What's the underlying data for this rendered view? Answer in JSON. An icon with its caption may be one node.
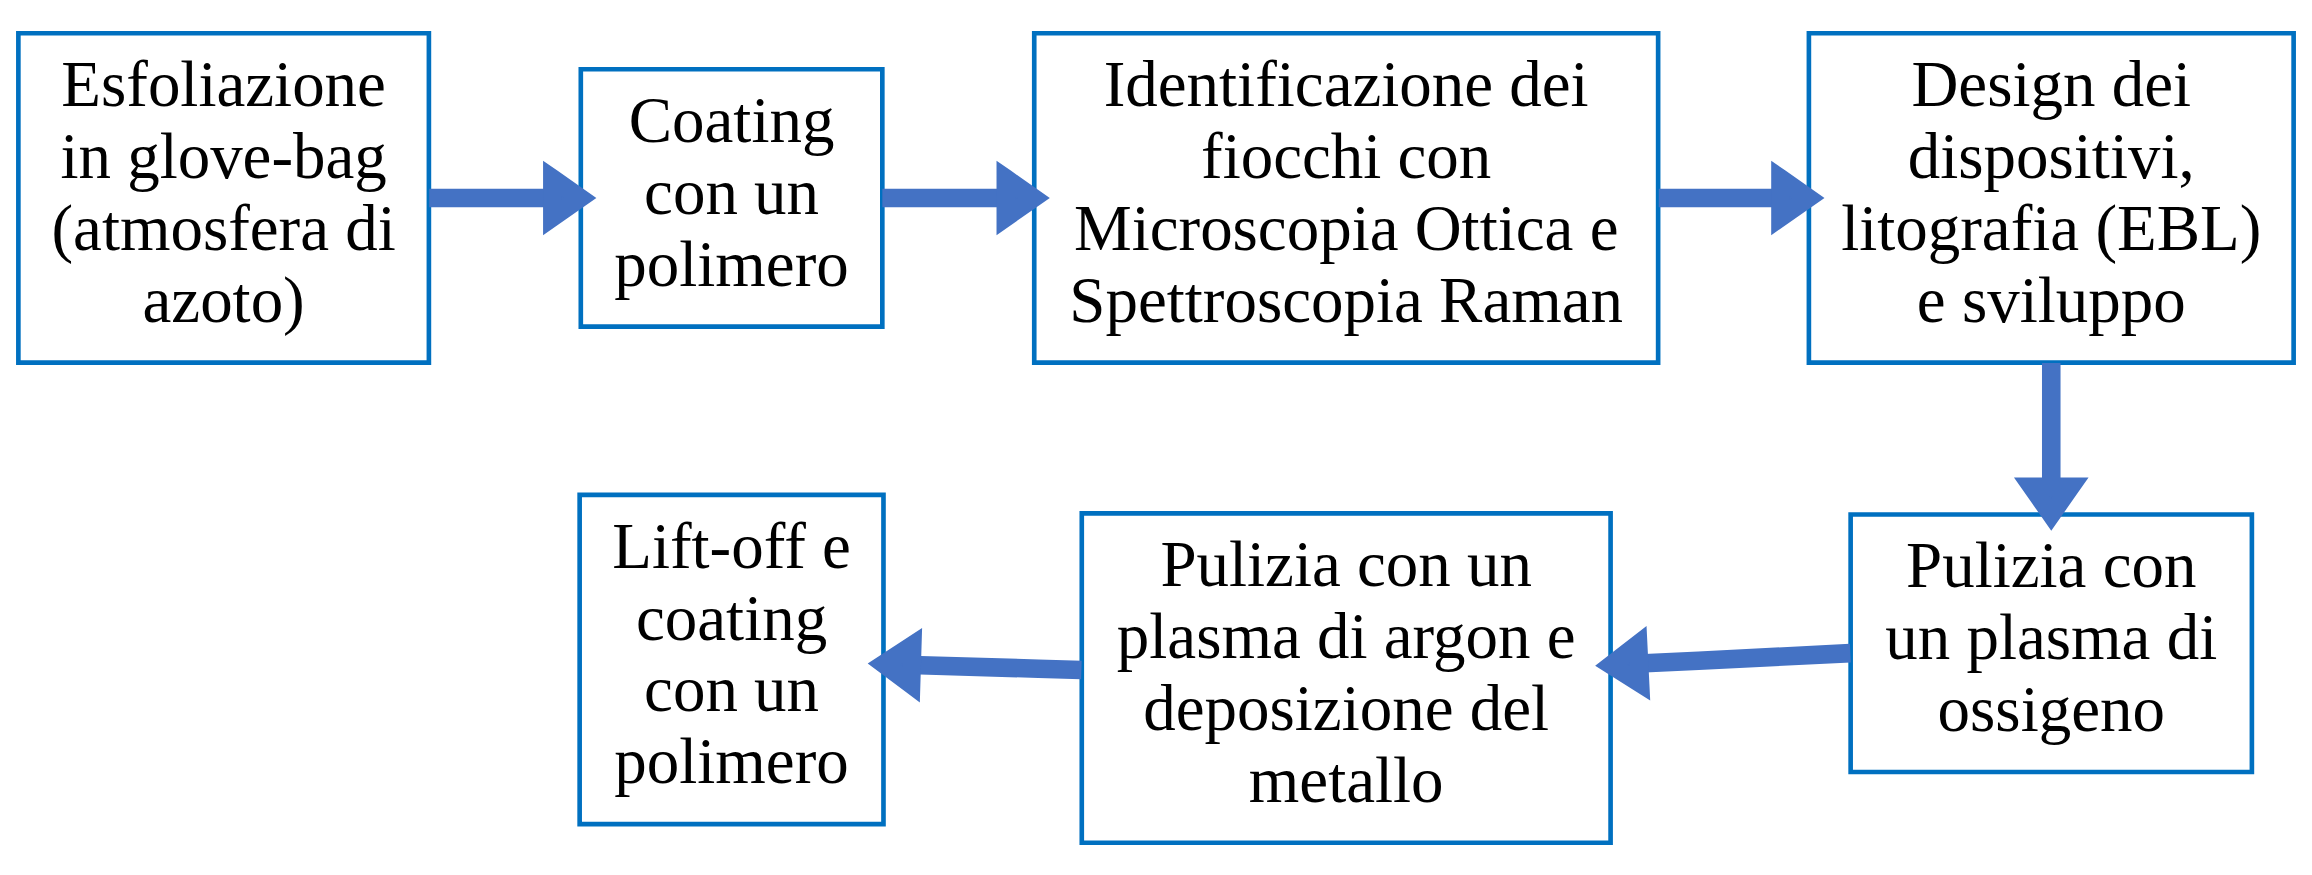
{
  "diagram": {
    "nodes": [
      {
        "text": [
          "Esfoliazione in glove-bag (atmosfera di azoto)"
        ]
      },
      {
        "text": [
          "Coating con un polimero"
        ]
      },
      {
        "text": [
          "Identificazione dei fiocchi con Microscopia Ottica e Spettroscopia Raman"
        ]
      },
      {
        "text": [
          "Design dei dispositivi, litografia (EBL) e sviluppo"
        ]
      },
      {
        "text": [
          "Pulizia con un plasma di ossigeno"
        ]
      },
      {
        "text": [
          "Pulizia con un plasma di argon e deposizione del metallo"
        ]
      },
      {
        "text": [
          "Lift-off e coating con un polimero"
        ]
      }
    ],
    "edges": [
      {
        "from": 0,
        "to": 1,
        "arrow": "to"
      },
      {
        "from": 1,
        "to": 2,
        "arrow": "to"
      },
      {
        "from": 2,
        "to": 3,
        "arrow": "to"
      },
      {
        "from": 3,
        "to": 4,
        "arrow": "to"
      },
      {
        "from": 4,
        "to": 5,
        "arrow": "to"
      },
      {
        "from": 5,
        "to": 6,
        "arrow": "to"
      }
    ]
  }
}
